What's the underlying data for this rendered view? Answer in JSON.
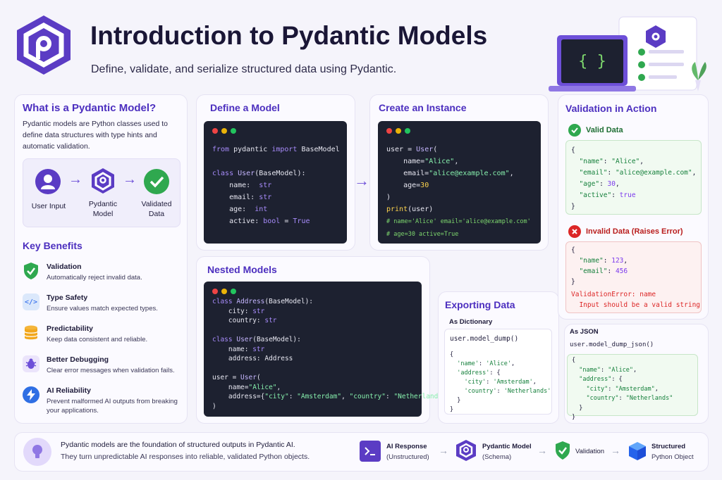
{
  "header": {
    "title": "Introduction to Pydantic Models",
    "subtitle": "Define, validate, and serialize structured data using Pydantic."
  },
  "what": {
    "heading": "What is a Pydantic Model?",
    "desc": "Pydantic models are Python classes used to define data structures with type hints and automatic validation.",
    "flow": [
      "User Input",
      "Pydantic Model",
      "Validated Data"
    ]
  },
  "benefits": {
    "heading": "Key Benefits",
    "items": [
      {
        "title": "Validation",
        "desc": "Automatically reject invalid data.",
        "icon": "shield-check-icon"
      },
      {
        "title": "Type Safety",
        "desc": "Ensure values match expected types.",
        "icon": "code-icon"
      },
      {
        "title": "Predictability",
        "desc": "Keep data consistent and reliable.",
        "icon": "database-icon"
      },
      {
        "title": "Better Debugging",
        "desc": "Clear error messages when validation fails.",
        "icon": "bug-icon"
      },
      {
        "title": "AI Reliability",
        "desc": "Prevent malformed AI outputs from breaking your applications.",
        "icon": "lightning-icon"
      }
    ]
  },
  "define": {
    "heading": "Define a Model"
  },
  "instance": {
    "heading": "Create an Instance"
  },
  "nested": {
    "heading": "Nested Models"
  },
  "exporting": {
    "heading": "Exporting Data",
    "dict_label": "As Dictionary",
    "dict_call": "user.model_dump()",
    "json_label": "As JSON",
    "json_call": "user.model_dump_json()"
  },
  "validation": {
    "heading": "Validation in Action",
    "valid_label": "Valid Data",
    "invalid_label": "Invalid Data (Raises Error)",
    "error_line1": "ValidationError: name",
    "error_line2": "  Input should be a valid string"
  },
  "footer": {
    "line1": "Pydantic models are the foundation of structured outputs in Pydantic AI.",
    "line2": "They turn unpredictable AI responses into reliable, validated Python objects.",
    "flow": [
      {
        "title": "AI Response",
        "sub": "(Unstructured)"
      },
      {
        "title": "Pydantic Model",
        "sub": "(Schema)"
      },
      {
        "title": "Validation",
        "sub": ""
      },
      {
        "title": "Structured",
        "sub": "Python Object"
      }
    ]
  },
  "colors": {
    "accent": "#5b3cc4",
    "green": "#2fa84f",
    "red": "#dc2626"
  }
}
